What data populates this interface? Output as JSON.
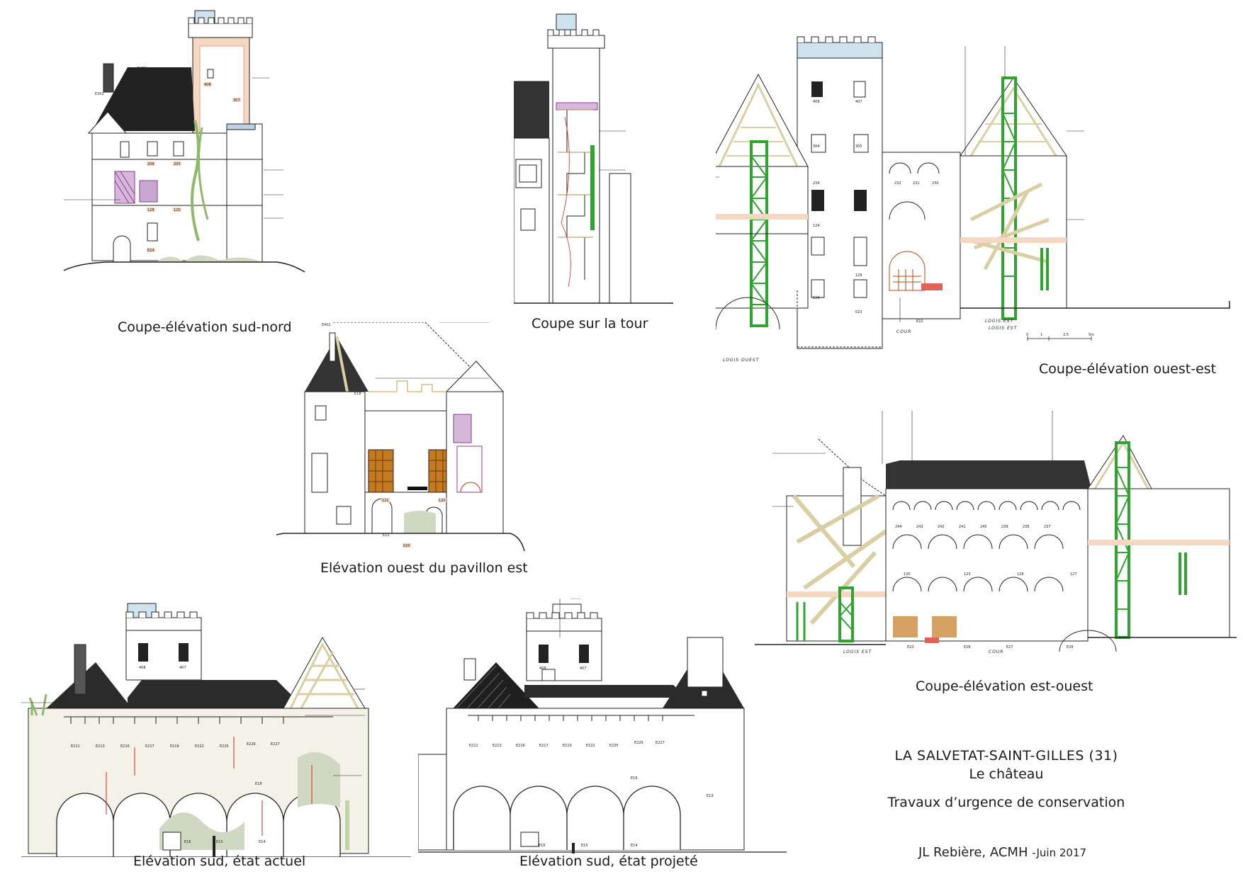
{
  "captions": {
    "coupe_sud_nord": "Coupe-élévation sud-nord",
    "coupe_tour": "Coupe sur la tour",
    "coupe_ouest_est": "Coupe-élévation ouest-est",
    "elevation_ouest_pavillon": "Elévation ouest du pavillon est",
    "coupe_est_ouest": "Coupe-élévation est-ouest",
    "elevation_sud_actuel": "Elévation sud, état actuel",
    "elevation_sud_projete": "Elévation sud, état projeté"
  },
  "title_block": {
    "place": "LA SALVETAT-SAINT-GILLES (31)",
    "building": "Le château",
    "project": "Travaux d’urgence de conservation",
    "author": "JL Rebière, ACMH",
    "date": "-Juin 2017"
  },
  "drawing_labels": {
    "logis_ouest": "LOGIS OUEST",
    "cour": "COUR",
    "logis_est": "LOGIS EST",
    "logis_est_2": "LOGIS EST",
    "cour_2": "COUR",
    "logis_est_3": "LOGIS EST"
  },
  "room_tags": {
    "a1": "E401",
    "a2": "408",
    "a3": "307",
    "a4": "E301",
    "a5": "208",
    "a6": "205",
    "a7": "128",
    "a8": "125",
    "a9": "E24",
    "b1": "408",
    "b2": "407",
    "b3": "304",
    "b4": "305",
    "b5": "234",
    "b6": "232",
    "b7": "231",
    "b8": "230",
    "b9": "124",
    "b10": "129",
    "b11": "E24",
    "b12": "023",
    "b13": "E22",
    "c1": "E401",
    "c2": "E18",
    "c3": "121",
    "c4": "120",
    "c5": "E21",
    "c6": "020",
    "d1": "244",
    "d2": "243",
    "d3": "242",
    "d4": "241",
    "d5": "240",
    "d6": "239",
    "d7": "238",
    "d8": "237",
    "d9": "130",
    "d10": "123",
    "d11": "128",
    "d12": "127",
    "d13": "E23",
    "d14": "E28",
    "d15": "E27",
    "d16": "E28",
    "e1": "408",
    "e2": "407",
    "e3": "E211",
    "e4": "E213",
    "e5": "E216",
    "e6": "E217",
    "e7": "E219",
    "e8": "E222",
    "e9": "E225",
    "e10": "E226",
    "e11": "E227",
    "e12": "E18",
    "e13": "E16",
    "e14": "E15",
    "e15": "E14",
    "f1": "408",
    "f2": "407",
    "f3": "E211",
    "f4": "E213",
    "f5": "E216",
    "f6": "E217",
    "f7": "E219",
    "f8": "E222",
    "f9": "E225",
    "f10": "E226",
    "f11": "E227",
    "f12": "E18",
    "f13": "E19",
    "f14": "E16",
    "f15": "E15",
    "f16": "E14"
  },
  "scale": {
    "s0": "0",
    "s1": "1",
    "s2": "2.5",
    "s3": "5m"
  },
  "colors": {
    "ink": "#222222",
    "roof": "#1a1a1a",
    "timber": "#d9cfa3",
    "green_prop": "#2fa52f",
    "salmon_wall": "#f6d7c2",
    "purple_hatch": "#8a3d8f",
    "crack_red": "#d42a1a",
    "vegetation": "#8fb86a",
    "lichen": "#cfd9c1"
  }
}
